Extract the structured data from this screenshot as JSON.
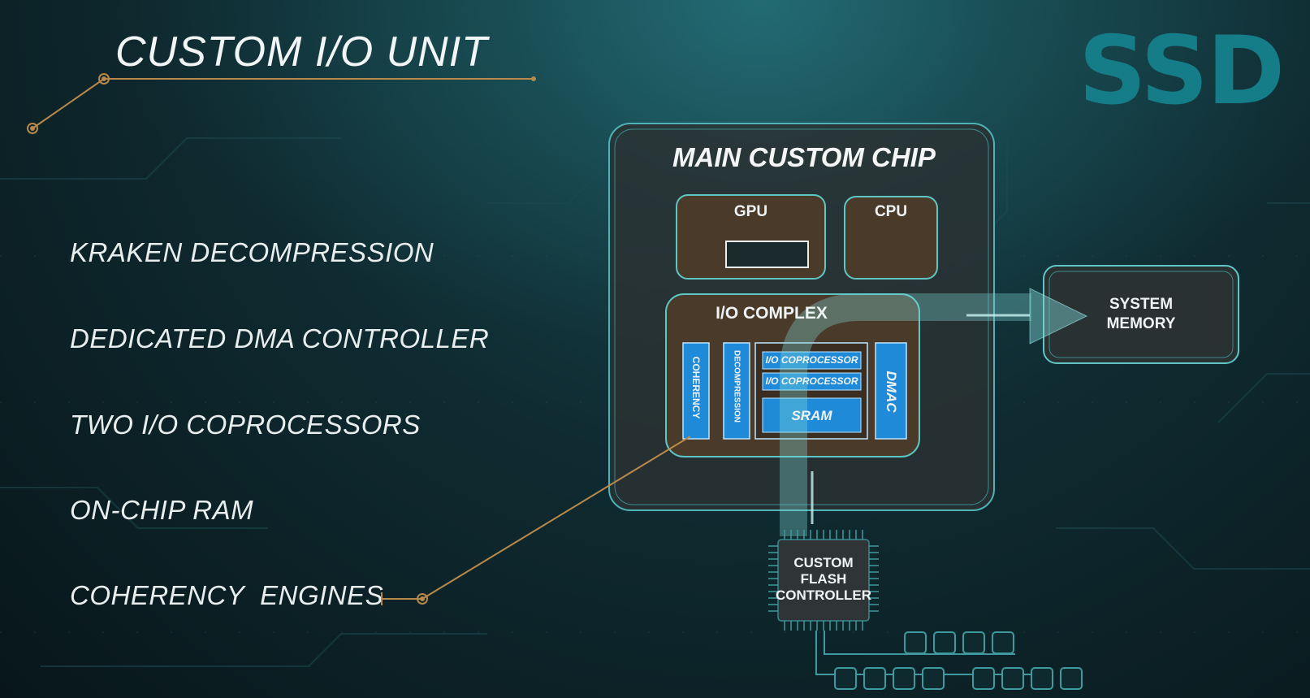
{
  "header": {
    "title": "CUSTOM I/O UNIT",
    "logo": "SSD"
  },
  "features": [
    "KRAKEN DECOMPRESSION",
    "DEDICATED DMA CONTROLLER",
    "TWO I/O COPROCESSORS",
    "ON-CHIP RAM",
    "COHERENCY  ENGINES"
  ],
  "diagram": {
    "main_chip_title": "MAIN CUSTOM CHIP",
    "gpu_label": "GPU",
    "cpu_label": "CPU",
    "io_complex_label": "I/O COMPLEX",
    "coherency_label": "COHERENCY",
    "decompression_label": "DECOMPRESSION",
    "coprocessor_1_label": "I/O COPROCESSOR",
    "coprocessor_2_label": "I/O COPROCESSOR",
    "sram_label": "SRAM",
    "dmac_label": "DMAC",
    "system_memory_label": [
      "SYSTEM",
      "MEMORY"
    ],
    "flash_controller_label": [
      "CUSTOM",
      "FLASH",
      "CONTROLLER"
    ]
  },
  "colors": {
    "logo": "#157d88",
    "accent_line": "#b8894a",
    "block_fill": "#4a3a2a",
    "block_outline": "#5fc6c6",
    "io_unit_blue": "#1f8ad8",
    "data_path": "#7fd8d8"
  }
}
